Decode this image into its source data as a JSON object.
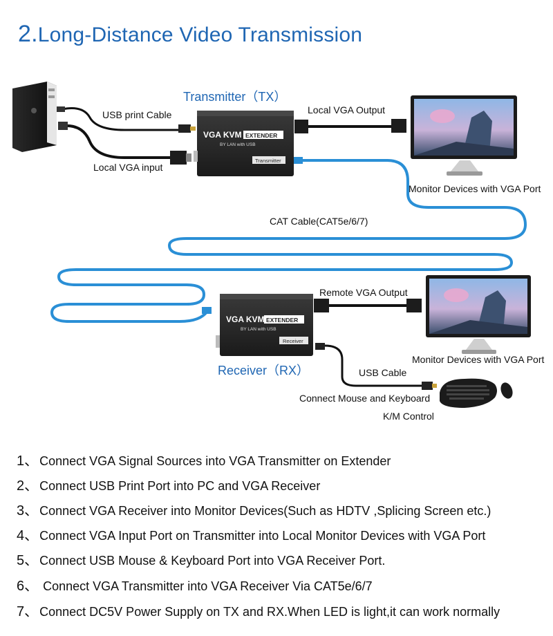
{
  "title": {
    "number": "2.",
    "text": "Long-Distance Video Transmission"
  },
  "labels": {
    "transmitter": "Transmitter（TX）",
    "receiver": "Receiver（RX）",
    "usb_print_cable": "USB print Cable",
    "local_vga_input": "Local VGA input",
    "local_vga_output": "Local VGA Output",
    "monitor_tx": "Monitor Devices with VGA Port",
    "cat_cable": "CAT Cable(CAT5e/6/7)",
    "remote_vga_output": "Remote VGA Output",
    "monitor_rx": "Monitor Devices with VGA Port",
    "usb_cable": "USB Cable",
    "connect_km": "Connect Mouse and Keyboard",
    "km_control": "K/M Control"
  },
  "devices": {
    "tx_brand": "VGA KVM",
    "tx_tag": "EXTENDER",
    "tx_sub": "BY LAN with USB",
    "tx_plate": "Transmitter",
    "rx_brand": "VGA KVM",
    "rx_tag": "EXTENDER",
    "rx_sub": "BY LAN with USB",
    "rx_plate": "Receiver"
  },
  "steps": [
    {
      "num": "1、",
      "text": "Connect VGA Signal Sources into VGA Transmitter on Extender"
    },
    {
      "num": "2、",
      "text": "Connect USB Print Port into PC and VGA Receiver"
    },
    {
      "num": "3、",
      "text": "Connect VGA Receiver into Monitor Devices(Such as HDTV ,Splicing Screen etc.)"
    },
    {
      "num": "4、",
      "text": "Connect VGA Input Port on Transmitter  into Local Monitor Devices with VGA Port"
    },
    {
      "num": "5、",
      "text": "Connect USB Mouse & Keyboard Port into VGA Receiver Port."
    },
    {
      "num": "6、",
      "text": " Connect VGA Transmitter into VGA Receiver Via CAT5e/6/7"
    },
    {
      "num": "7、",
      "text": "Connect  DC5V Power Supply on TX and RX.When LED is light,it can work normally"
    }
  ],
  "colors": {
    "title": "#1f66b3",
    "cat_cable": "#2a8fd6",
    "device": "#2b2b2b"
  }
}
